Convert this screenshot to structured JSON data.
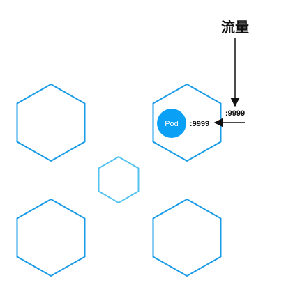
{
  "diagram": {
    "traffic_label": "流量",
    "outer_port_label": ":9999",
    "pod_label": "Pod",
    "pod_port_label": ":9999"
  },
  "colors": {
    "hex_stroke": "#1a9be8",
    "hex_stroke_small": "#55c3ef",
    "pod_fill": "#0aa0f5",
    "text": "#111111",
    "arrow": "#111111"
  }
}
